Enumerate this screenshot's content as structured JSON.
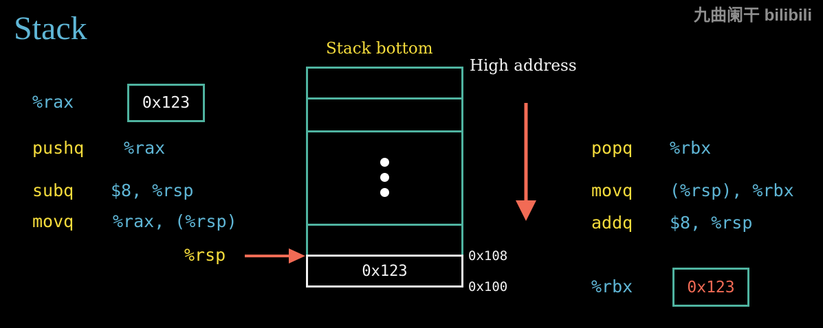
{
  "title": "Stack",
  "watermark": "九曲阑干 bilibili",
  "left": {
    "rax_register": "%rax",
    "rax_value": "0x123",
    "push_mnemonic": "pushq",
    "push_operand": "%rax",
    "sub_mnemonic": "subq",
    "sub_operand": "$8, %rsp",
    "mov_mnemonic": "movq",
    "mov_operand": "%rax, (%rsp)"
  },
  "stack": {
    "bottom_label": "Stack bottom",
    "high_address_label": "High address",
    "rsp_label": "%rsp",
    "top_value": "0x123",
    "addr_upper": "0x108",
    "addr_lower": "0x100"
  },
  "right": {
    "pop_mnemonic": "popq",
    "pop_operand": "%rbx",
    "mov_mnemonic": "movq",
    "mov_operand": "(%rsp), %rbx",
    "add_mnemonic": "addq",
    "add_operand": "$8, %rsp",
    "rbx_register": "%rbx",
    "rbx_value": "0x123"
  },
  "colors": {
    "instruction": "#f5dc3c",
    "operand": "#5fb6d6",
    "box_border": "#4fb3a0",
    "arrow": "#f26b55",
    "background": "#000000"
  }
}
